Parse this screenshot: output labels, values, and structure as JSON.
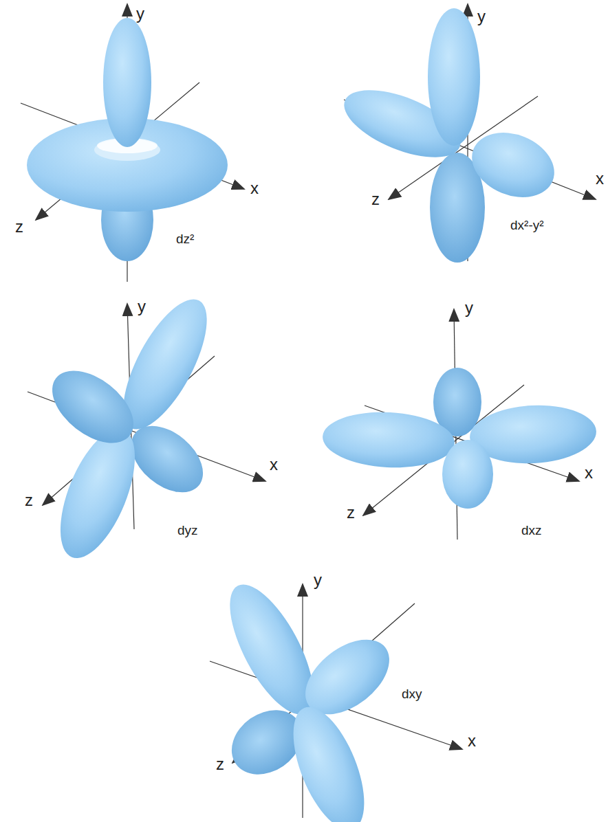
{
  "diagram": {
    "labels": [
      "y",
      "x",
      "z",
      "dz²",
      "y",
      "x",
      "z",
      "dx²-y²",
      "y",
      "x",
      "z",
      "dyz",
      "y",
      "x",
      "z",
      "dxz",
      "y",
      "x",
      "z",
      "dxy"
    ]
  }
}
